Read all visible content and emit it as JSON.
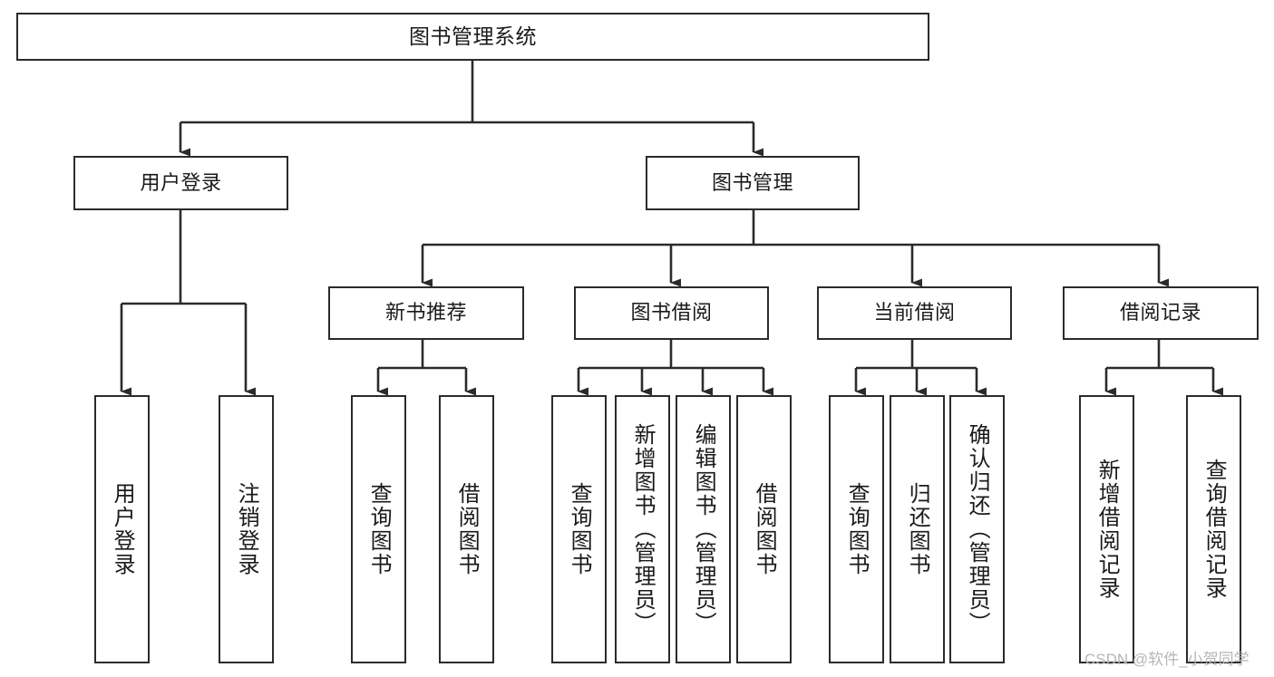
{
  "diagram": {
    "title": "图书管理系统",
    "type": "tree-hierarchy",
    "root": {
      "label": "图书管理系统"
    },
    "level2": [
      {
        "label": "用户登录"
      },
      {
        "label": "图书管理"
      }
    ],
    "level3": [
      {
        "label": "新书推荐"
      },
      {
        "label": "图书借阅"
      },
      {
        "label": "当前借阅"
      },
      {
        "label": "借阅记录"
      }
    ],
    "leaves": {
      "user_login": [
        {
          "label": "用户登录"
        },
        {
          "label": "注销登录"
        }
      ],
      "new_book_recommend": [
        {
          "label": "查询图书"
        },
        {
          "label": "借阅图书"
        }
      ],
      "book_borrow": [
        {
          "label": "查询图书"
        },
        {
          "label": "新增图书（管理员）"
        },
        {
          "label": "编辑图书（管理员）"
        },
        {
          "label": "借阅图书"
        }
      ],
      "current_borrow": [
        {
          "label": "查询图书"
        },
        {
          "label": "归还图书"
        },
        {
          "label": "确认归还（管理员）"
        }
      ],
      "borrow_record": [
        {
          "label": "新增借阅记录"
        },
        {
          "label": "查询借阅记录"
        }
      ]
    }
  },
  "watermark": {
    "text": "CSDN @软件_小贺同学"
  },
  "colors": {
    "stroke": "#2b2b2b",
    "background": "#ffffff",
    "text": "#1a1a1a",
    "watermark": "#b6b6b6"
  }
}
